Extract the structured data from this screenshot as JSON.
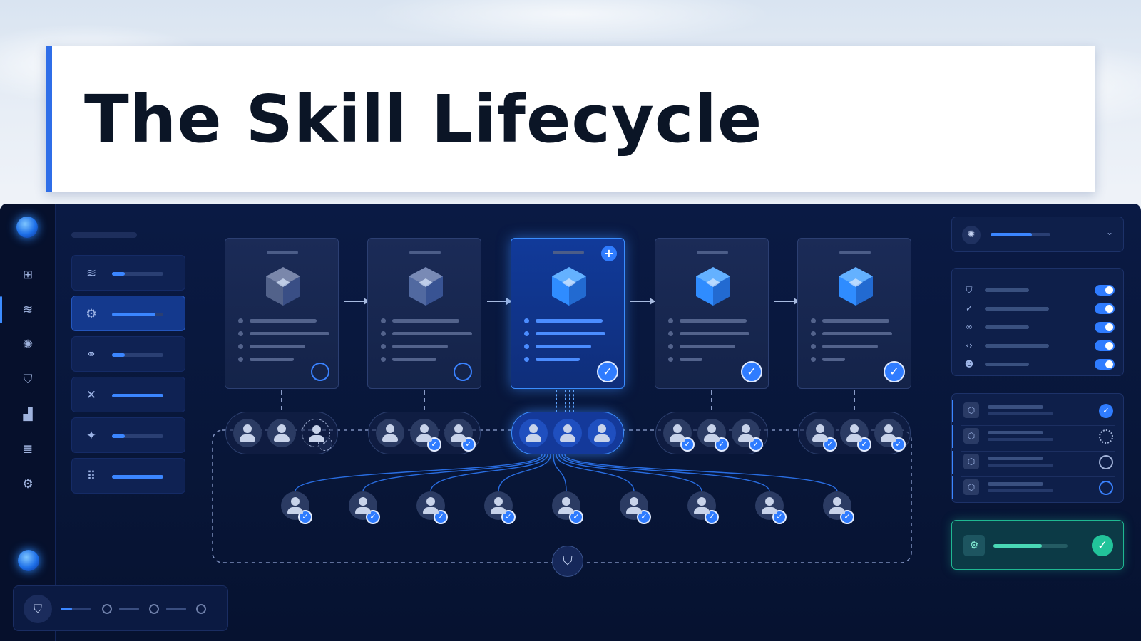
{
  "title": "The Skill Lifecycle",
  "colors": {
    "accent": "#2f6ee8",
    "panel": "#0a1a44",
    "highlight": "#3b86ff",
    "success": "#22c39a"
  },
  "rail_icons": [
    "grid-icon",
    "layers-icon",
    "nodes-icon",
    "shield-icon",
    "chart-icon",
    "database-icon",
    "gear-icon"
  ],
  "nav_items": [
    {
      "icon": "layers-icon",
      "glyph": "≋",
      "progress": 0.25
    },
    {
      "icon": "gear-icon",
      "glyph": "⚙",
      "progress": 0.85,
      "active": true
    },
    {
      "icon": "cluster-icon",
      "glyph": "⚭",
      "progress": 0.25
    },
    {
      "icon": "network-icon",
      "glyph": "✕",
      "progress": 1.0
    },
    {
      "icon": "sparkle-icon",
      "glyph": "✦",
      "progress": 0.25
    },
    {
      "icon": "grid-dots-icon",
      "glyph": "⠿",
      "progress": 1.0
    }
  ],
  "stages": [
    {
      "status": "pending",
      "cube": "#6b7ba3"
    },
    {
      "status": "pending",
      "cube": "#6a85c2"
    },
    {
      "status": "active",
      "cube": "#2f8cff"
    },
    {
      "status": "done",
      "cube": "#2f8cff"
    },
    {
      "status": "done",
      "cube": "#2f8cff"
    }
  ],
  "right_toggles": [
    {
      "icon": "shield-icon",
      "glyph": "⛉",
      "on": true
    },
    {
      "icon": "check-circle-icon",
      "glyph": "✓",
      "on": true
    },
    {
      "icon": "link-icon",
      "glyph": "∞",
      "on": true
    },
    {
      "icon": "code-icon",
      "glyph": "‹›",
      "on": true
    },
    {
      "icon": "users-icon",
      "glyph": "☻",
      "on": true
    }
  ],
  "right_list": [
    {
      "status": "done"
    },
    {
      "status": "loading"
    },
    {
      "status": "empty"
    },
    {
      "status": "pending"
    }
  ],
  "success_progress": 0.65
}
